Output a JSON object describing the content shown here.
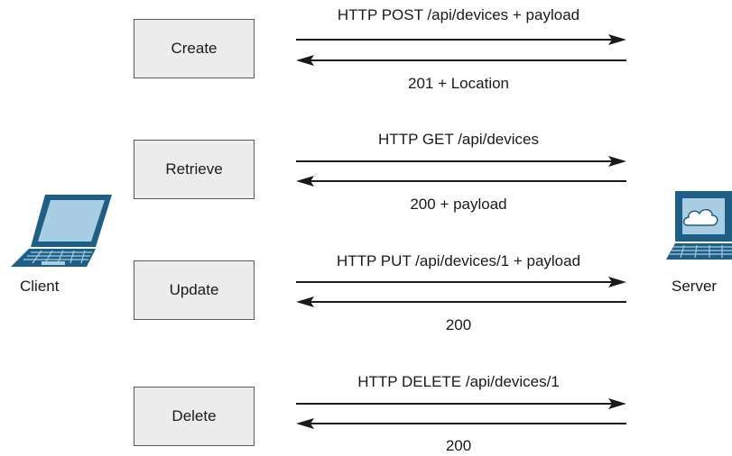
{
  "client": {
    "label": "Client",
    "icon": "laptop-icon"
  },
  "server": {
    "label": "Server",
    "icon": "server-cloud-icon"
  },
  "colors": {
    "device_fill": "#1d5f86",
    "device_light": "#a9cde2",
    "box_fill": "#ececec"
  },
  "operations": [
    {
      "name": "Create",
      "request": "HTTP POST /api/devices + payload",
      "response": "201 + Location"
    },
    {
      "name": "Retrieve",
      "request": "HTTP GET /api/devices",
      "response": "200 + payload"
    },
    {
      "name": "Update",
      "request": "HTTP PUT /api/devices/1 + payload",
      "response": "200"
    },
    {
      "name": "Delete",
      "request": "HTTP DELETE /api/devices/1",
      "response": "200"
    }
  ]
}
